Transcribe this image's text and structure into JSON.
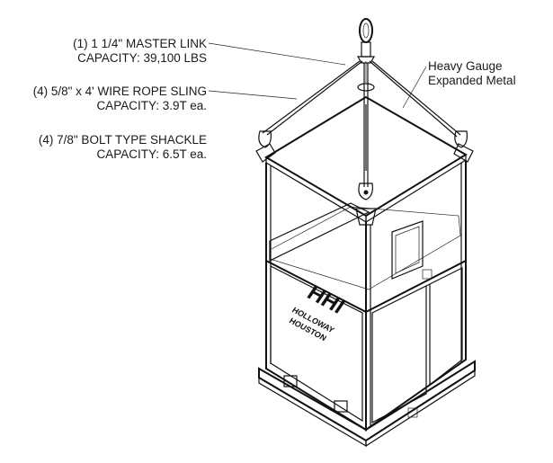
{
  "callouts": {
    "master_link": {
      "line1": "(1) 1 1/4\" MASTER LINK",
      "line2": "CAPACITY: 39,100 LBS"
    },
    "wire_rope": {
      "line1": "(4) 5/8\" x 4' WIRE ROPE SLING",
      "line2": "CAPACITY: 3.9T ea."
    },
    "shackle": {
      "line1": "(4) 7/8\" BOLT TYPE SHACKLE",
      "line2": "CAPACITY: 6.5T ea."
    },
    "metal": {
      "line1": "Heavy Gauge",
      "line2": "Expanded Metal"
    }
  },
  "logo": {
    "mark": "HHI",
    "line1": "HOLLOWAY",
    "line2": "HOUSTON"
  },
  "colors": {
    "ink": "#111111",
    "paper": "#ffffff",
    "face_light": "#f4f4f4",
    "face_mid": "#e6e6e6",
    "mesh": "#777777"
  }
}
